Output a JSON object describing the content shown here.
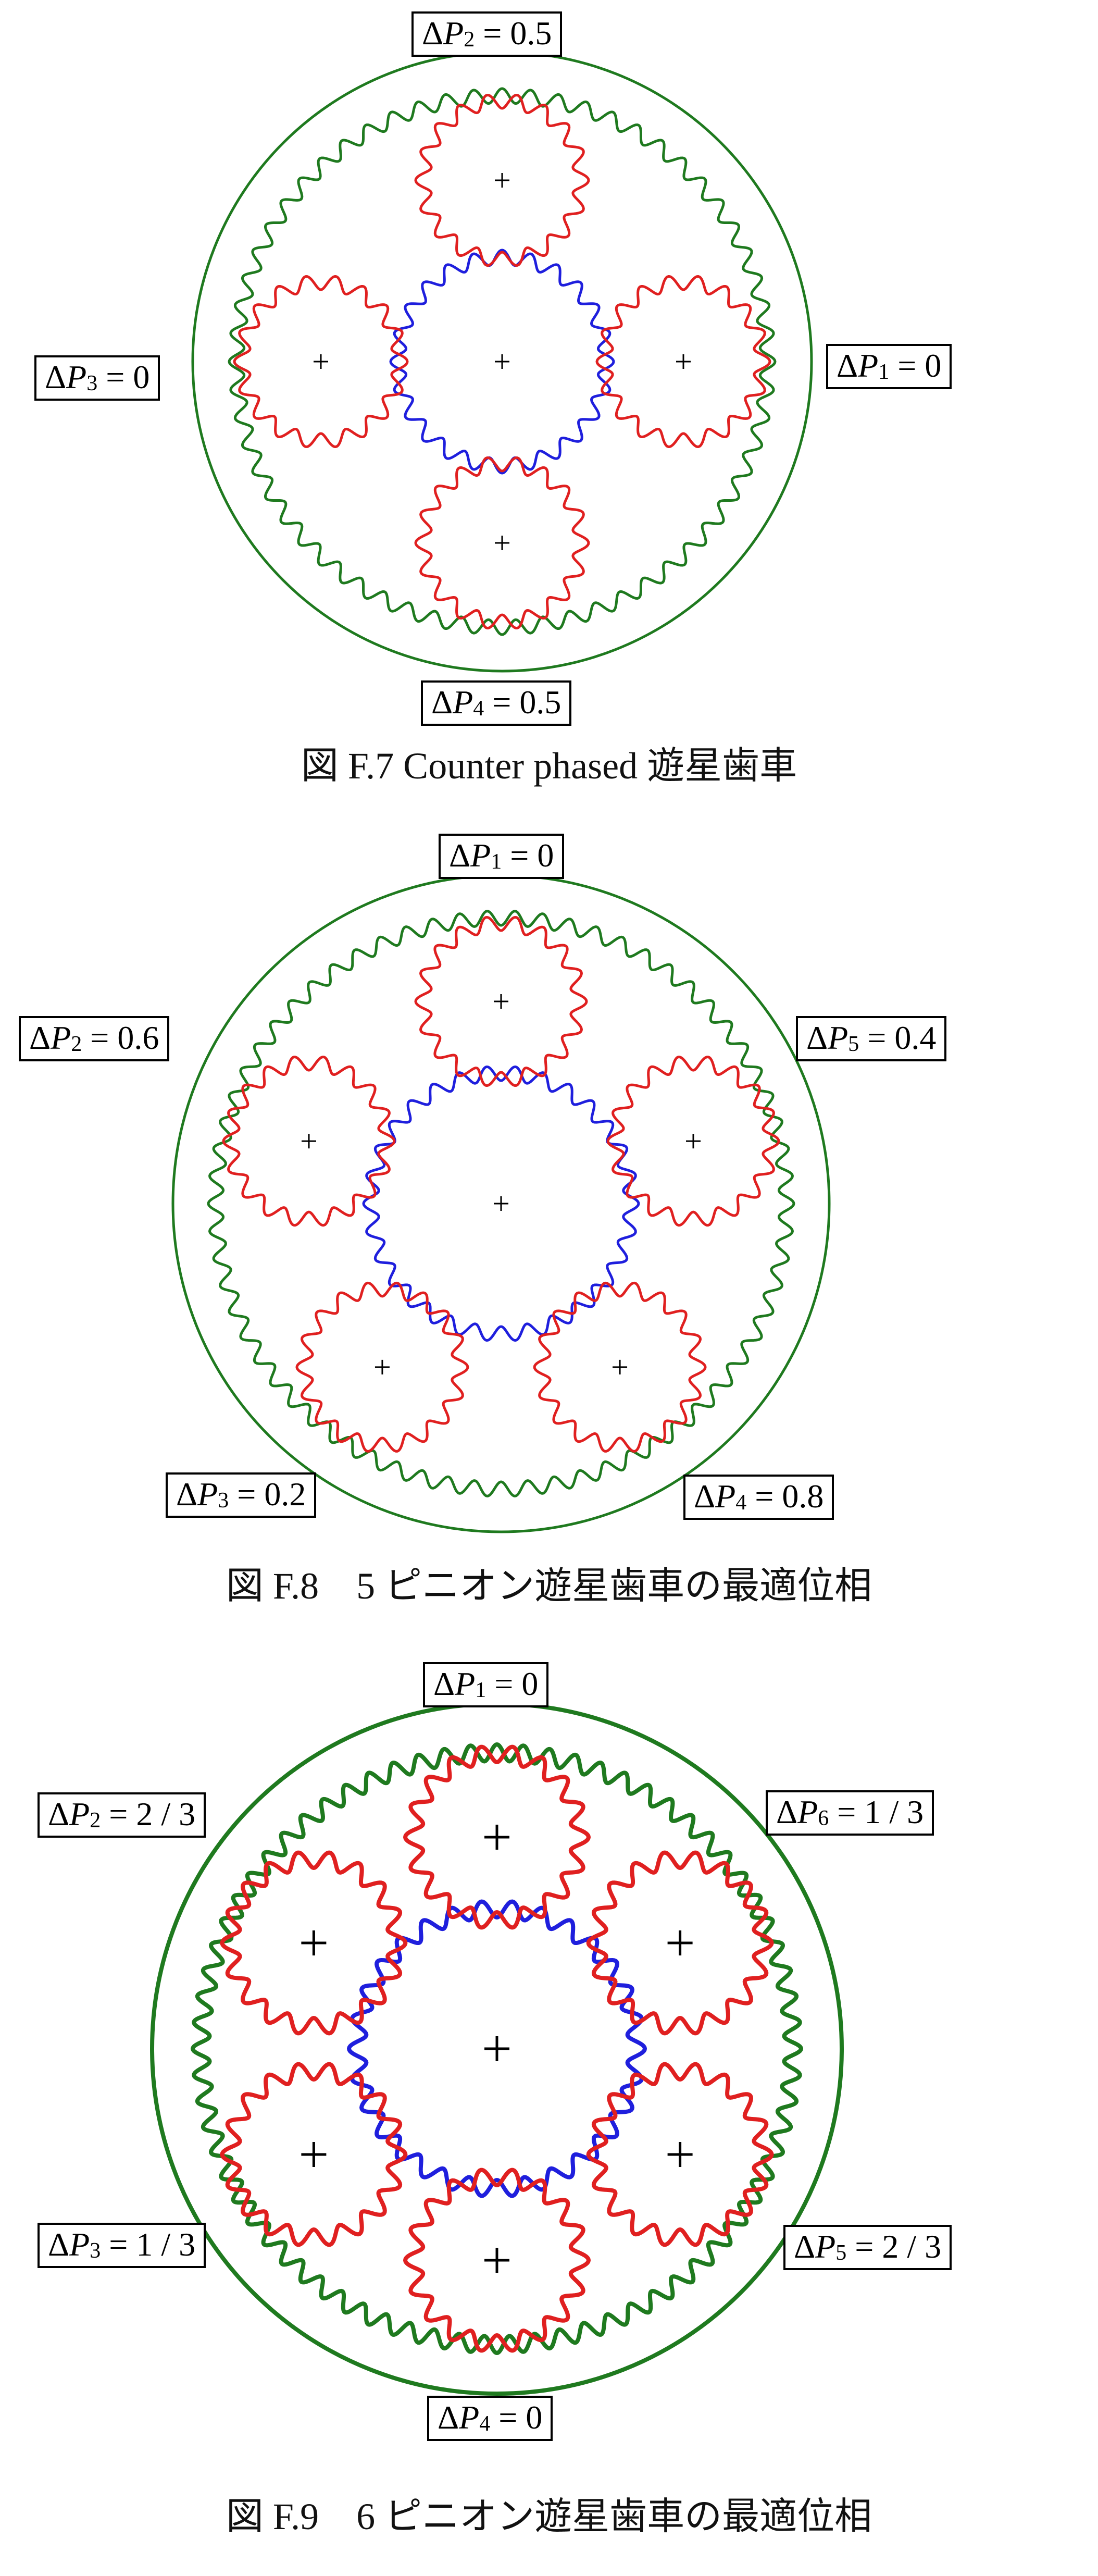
{
  "colors": {
    "ring": "#1f7a1f",
    "sun": "#1f1fdd",
    "planet": "#e02020",
    "outline": "#1f7a1f",
    "text": "#000000"
  },
  "figures": [
    {
      "caption": "図 F.7 Counter phased  遊星歯車",
      "labels": [
        {
          "id": "p2",
          "delta": "Δ",
          "var": "P",
          "sub": "2",
          "eq": " = 0.5"
        },
        {
          "id": "p3",
          "delta": "Δ",
          "var": "P",
          "sub": "3",
          "eq": " = 0"
        },
        {
          "id": "p1",
          "delta": "Δ",
          "var": "P",
          "sub": "1",
          "eq": " = 0"
        },
        {
          "id": "p4",
          "delta": "Δ",
          "var": "P",
          "sub": "4",
          "eq": " = 0.5"
        }
      ],
      "gears": {
        "ring_teeth": 60,
        "sun_teeth": 24,
        "planet_teeth": 18,
        "planets": 4
      }
    },
    {
      "caption": "図 F.8　5 ピニオン遊星歯車の最適位相",
      "labels": [
        {
          "id": "p1",
          "delta": "Δ",
          "var": "P",
          "sub": "1",
          "eq": " = 0"
        },
        {
          "id": "p2",
          "delta": "Δ",
          "var": "P",
          "sub": "2",
          "eq": " = 0.6"
        },
        {
          "id": "p5",
          "delta": "Δ",
          "var": "P",
          "sub": "5",
          "eq": " = 0.4"
        },
        {
          "id": "p3",
          "delta": "Δ",
          "var": "P",
          "sub": "3",
          "eq": " = 0.2"
        },
        {
          "id": "p4",
          "delta": "Δ",
          "var": "P",
          "sub": "4",
          "eq": " = 0.8"
        }
      ],
      "gears": {
        "ring_teeth": 66,
        "sun_teeth": 30,
        "planet_teeth": 18,
        "planets": 5
      }
    },
    {
      "caption": "図 F.9　6 ピニオン遊星歯車の最適位相",
      "labels": [
        {
          "id": "p1",
          "delta": "Δ",
          "var": "P",
          "sub": "1",
          "eq": " = 0"
        },
        {
          "id": "p2",
          "delta": "Δ",
          "var": "P",
          "sub": "2",
          "eq": " = 2 / 3"
        },
        {
          "id": "p6",
          "delta": "Δ",
          "var": "P",
          "sub": "6",
          "eq": " = 1 / 3"
        },
        {
          "id": "p3",
          "delta": "Δ",
          "var": "P",
          "sub": "3",
          "eq": " = 1 / 3"
        },
        {
          "id": "p5",
          "delta": "Δ",
          "var": "P",
          "sub": "5",
          "eq": " = 2 / 3"
        },
        {
          "id": "p4",
          "delta": "Δ",
          "var": "P",
          "sub": "4",
          "eq": " = 0"
        }
      ],
      "gears": {
        "ring_teeth": 72,
        "sun_teeth": 30,
        "planet_teeth": 18,
        "planets": 6
      }
    }
  ]
}
